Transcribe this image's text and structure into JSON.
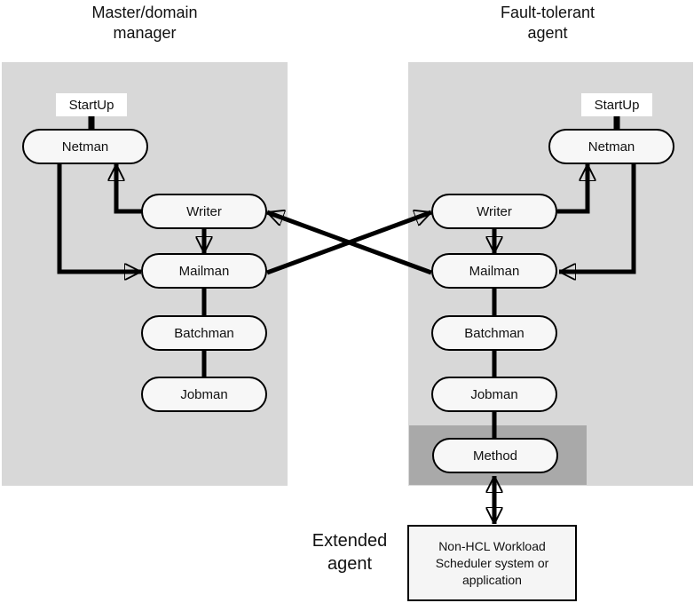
{
  "diagram": {
    "left_group": {
      "title": "Master/domain\nmanager",
      "startup": "StartUp",
      "nodes": [
        "Netman",
        "Writer",
        "Mailman",
        "Batchman",
        "Jobman"
      ]
    },
    "right_group": {
      "title": "Fault-tolerant\nagent",
      "startup": "StartUp",
      "nodes": [
        "Netman",
        "Writer",
        "Mailman",
        "Batchman",
        "Jobman",
        "Method"
      ]
    },
    "extended_agent": {
      "label": "Extended\nagent",
      "external_box": "Non-HCL Workload\nScheduler system or\napplication"
    },
    "connections": [
      "startup-left to netman-left",
      "writer-left to netman-left",
      "netman-left to mailman-left",
      "writer-left to mailman-left",
      "mailman-left to batchman-left",
      "batchman-left to jobman-left",
      "startup-right to netman-right",
      "writer-right to netman-right",
      "netman-right to mailman-right",
      "writer-right to mailman-right",
      "mailman-right to batchman-right",
      "batchman-right to jobman-right",
      "jobman-right to method",
      "mailman-left to writer-right",
      "mailman-right to writer-left",
      "method to external-system (bidirectional)"
    ],
    "colors": {
      "group_bg": "#d8d8d8",
      "extended_band_bg": "#a9a9a9",
      "node_fill": "#f7f7f7",
      "startup_fill": "#ffffff",
      "external_box_fill": "#f5f5f5",
      "line": "#000000"
    }
  }
}
